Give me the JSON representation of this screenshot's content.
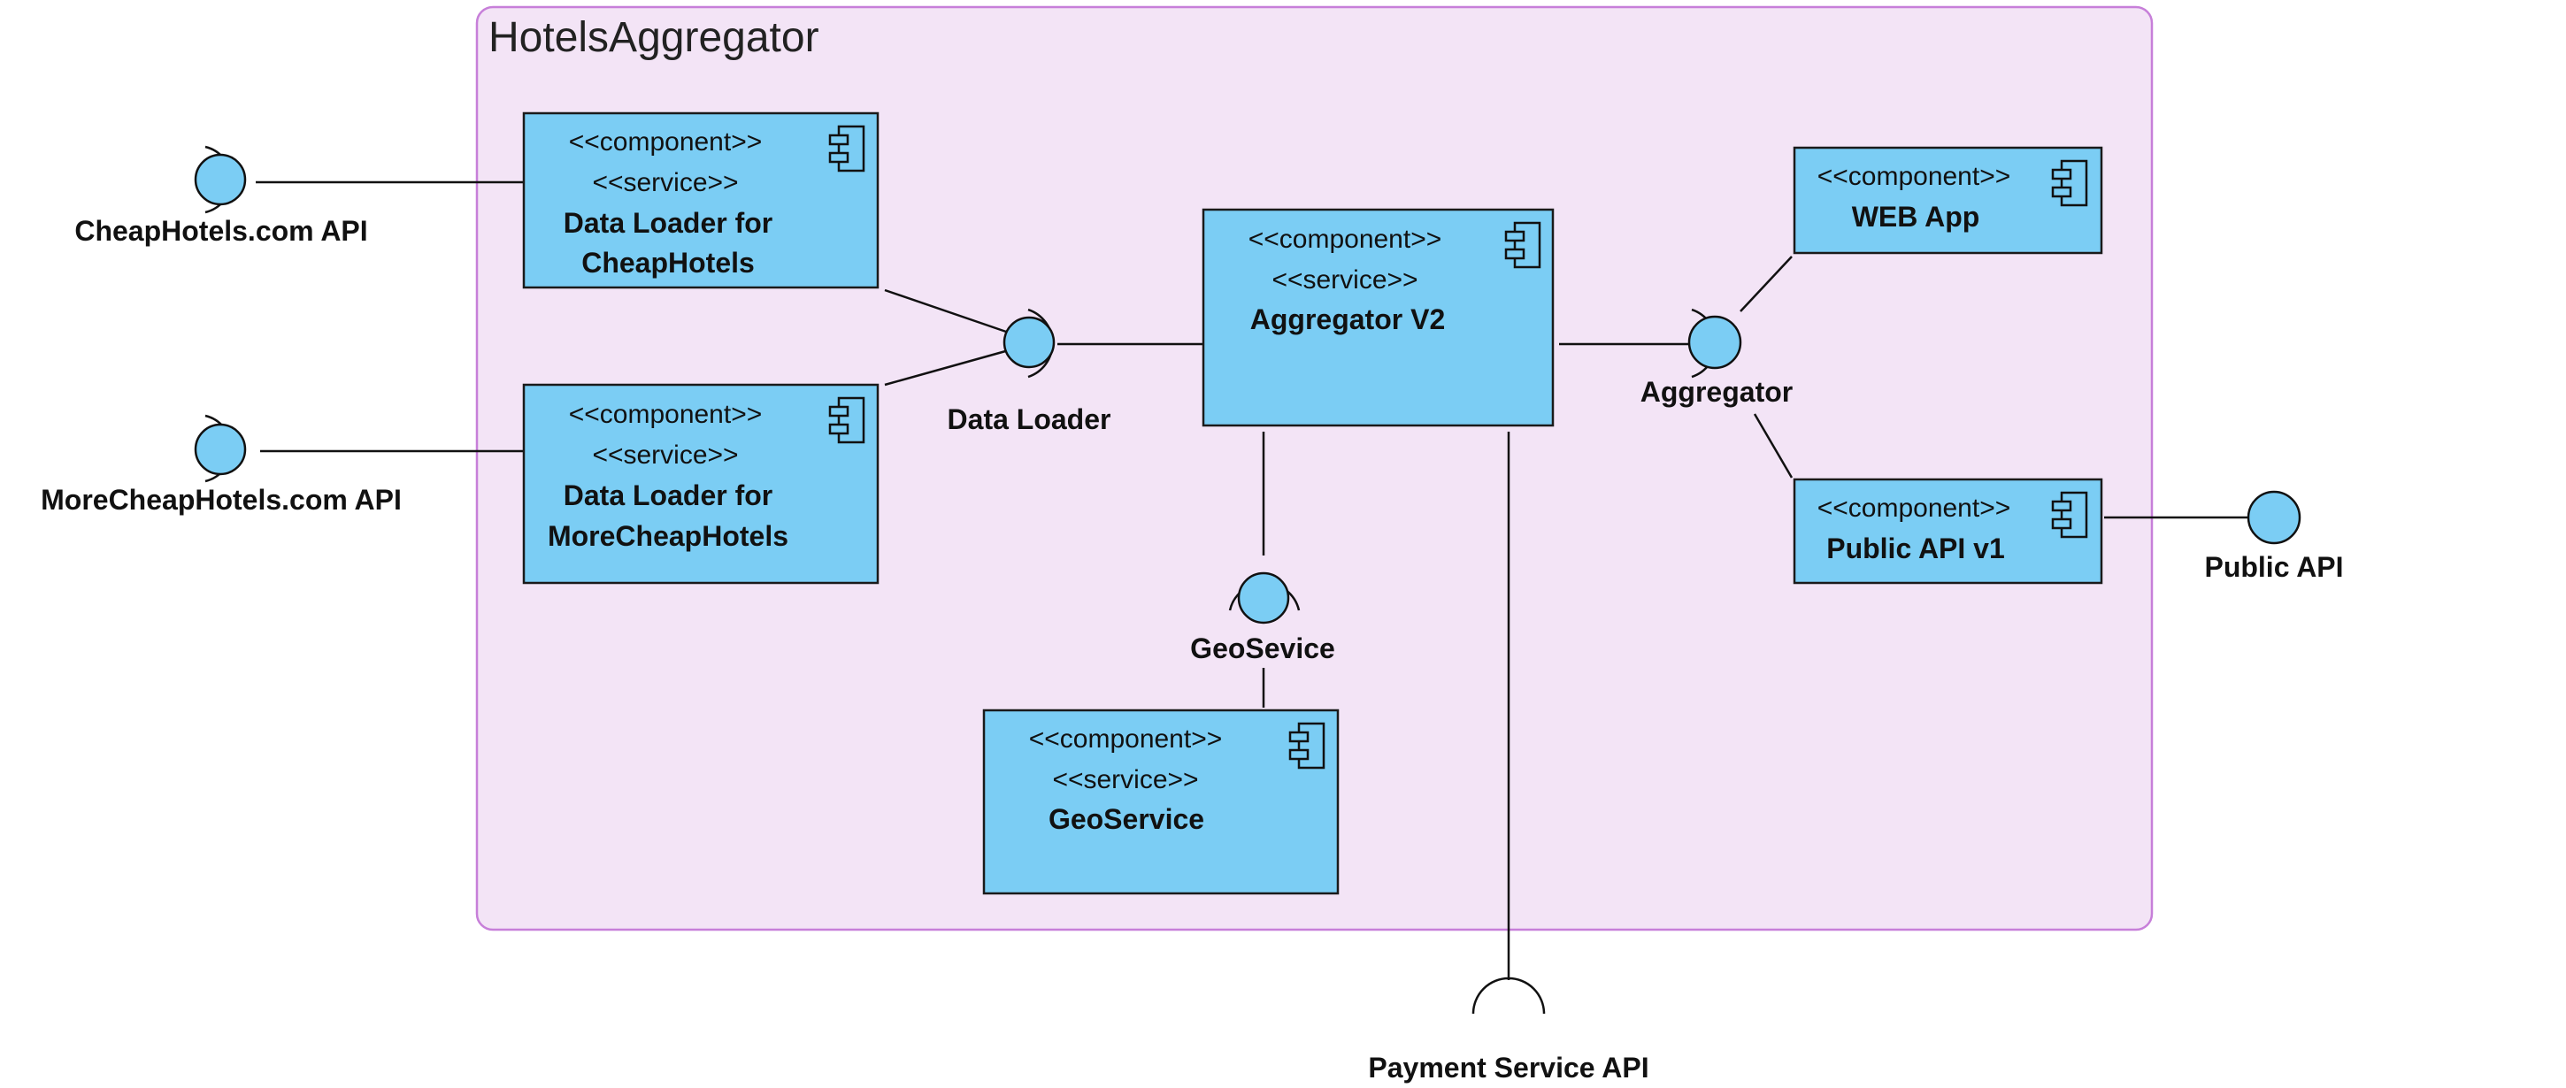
{
  "package": {
    "title": "HotelsAggregator"
  },
  "components": {
    "loader_cheap": {
      "stereo1": "<<component>>",
      "stereo2": "<<service>>",
      "name1": "Data Loader for",
      "name2": "CheapHotels"
    },
    "loader_more": {
      "stereo1": "<<component>>",
      "stereo2": "<<service>>",
      "name1": "Data Loader for",
      "name2": "MoreCheapHotels"
    },
    "aggregator": {
      "stereo1": "<<component>>",
      "stereo2": "<<service>>",
      "name1": "Aggregator V2"
    },
    "geo": {
      "stereo1": "<<component>>",
      "stereo2": "<<service>>",
      "name1": "GeoService"
    },
    "webapp": {
      "stereo1": "<<component>>",
      "name1": "WEB App"
    },
    "publicapi": {
      "stereo1": "<<component>>",
      "name1": "Public API v1"
    }
  },
  "interfaces": {
    "cheaphotels": "CheapHotels.com API",
    "morecheaphotels": "MoreCheapHotels.com API",
    "data_loader": "Data Loader",
    "aggregator": "Aggregator",
    "geoservice": "GeoSevice",
    "public_api": "Public API",
    "payment": "Payment Service API"
  },
  "colors": {
    "component_fill": "#7bcdf4",
    "package_fill": "#f3e4f6",
    "package_border": "#c77fd9"
  }
}
